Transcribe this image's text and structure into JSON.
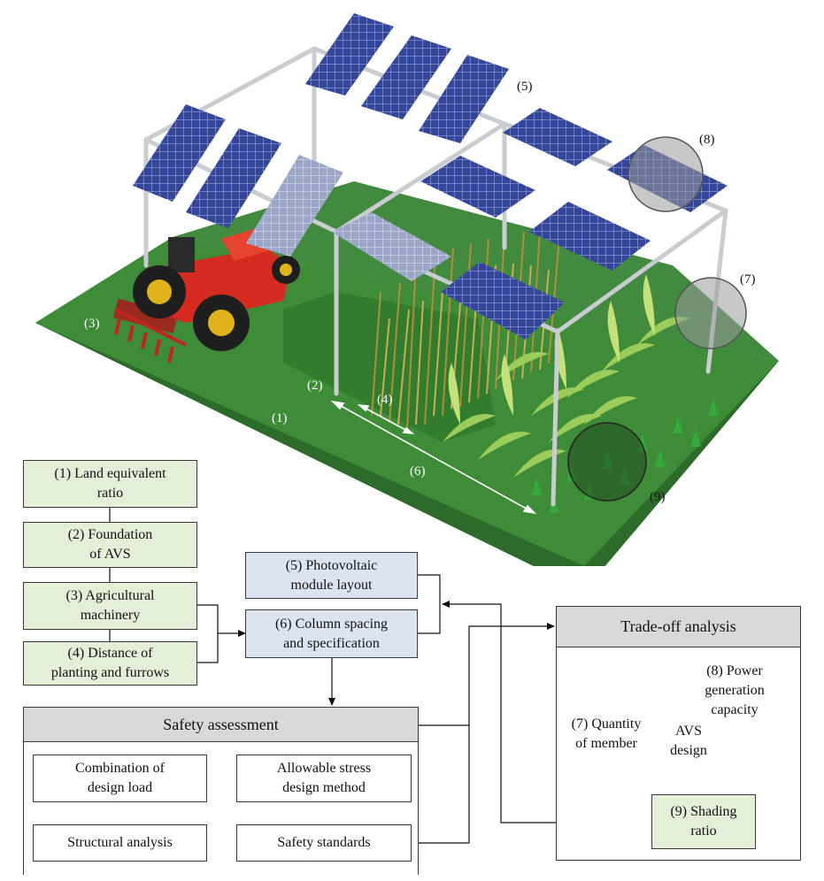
{
  "illustration": {
    "labels": [
      "(1)",
      "(2)",
      "(3)",
      "(4)",
      "(5)",
      "(6)",
      "(7)",
      "(8)",
      "(9)"
    ]
  },
  "factors": [
    {
      "text": "(1) Land equivalent ratio",
      "line1": "(1) Land equivalent",
      "line2": "ratio"
    },
    {
      "text": "(2) Foundation of AVS",
      "line1": "(2) Foundation",
      "line2": "of AVS"
    },
    {
      "text": "(3) Agricultural machinery",
      "line1": "(3) Agricultural",
      "line2": "machinery"
    },
    {
      "text": "(4) Distance of planting and furrows",
      "line1": "(4) Distance of",
      "line2": "planting and furrows"
    }
  ],
  "design": {
    "pv_line1": "(5) Photovoltaic",
    "pv_line2": "module layout",
    "col_line1": "(6) Column spacing",
    "col_line2": "and specification"
  },
  "safety": {
    "title": "Safety assessment",
    "load_line1": "Combination of",
    "load_line2": "design load",
    "asd_line1": "Allowable stress",
    "asd_line2": "design method",
    "analysis": "Structural analysis",
    "standards": "Safety standards"
  },
  "tradeoff": {
    "title": "Trade-off analysis",
    "power_line1": "(8) Power",
    "power_line2": "generation",
    "power_line3": "capacity",
    "quantity_line1": "(7) Quantity",
    "quantity_line2": "of member",
    "center_line1": "AVS",
    "center_line2": "design",
    "shading_line1": "(9) Shading",
    "shading_line2": "ratio"
  },
  "colors": {
    "factor_fill": "#e4efd8",
    "design_fill": "#dce4f2",
    "header_fill": "#d9d9d9",
    "ground": "#3f8a3a",
    "grass": "#2f7a2c",
    "panel": "#2f3e8a",
    "frame": "#c9ccd0",
    "tractor": "#d42a1f"
  }
}
